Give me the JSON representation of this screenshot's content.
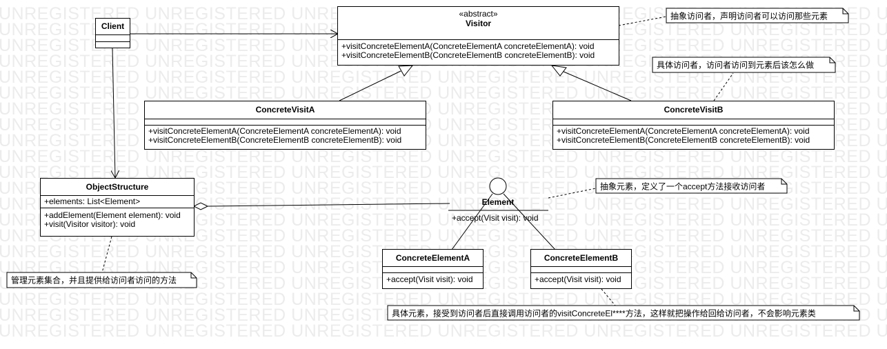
{
  "watermark": "UNREGISTERED",
  "classes": {
    "client": {
      "name": "Client"
    },
    "visitor": {
      "stereotype": "«abstract»",
      "name": "Visitor",
      "operations": [
        "+visitConcreteElementA(ConcreteElementA concreteElementA): void",
        "+visitConcreteElementB(ConcreteElementB concreteElementB): void"
      ]
    },
    "concrete_visit_a": {
      "name": "ConcreteVisitA",
      "operations": [
        "+visitConcreteElementA(ConcreteElementA concreteElementA): void",
        "+visitConcreteElementB(ConcreteElementB concreteElementB): void"
      ]
    },
    "concrete_visit_b": {
      "name": "ConcreteVisitB",
      "operations": [
        "+visitConcreteElementA(ConcreteElementA concreteElementA): void",
        "+visitConcreteElementB(ConcreteElementB concreteElementB): void"
      ]
    },
    "object_structure": {
      "name": "ObjectStructure",
      "attributes": [
        "+elements: List<Element>"
      ],
      "operations": [
        "+addElement(Element element): void",
        "+visit(Visitor visitor): void"
      ]
    },
    "element": {
      "name": "Element",
      "operations": [
        "+accept(Visit visit): void"
      ]
    },
    "concrete_element_a": {
      "name": "ConcreteElementA",
      "operations": [
        "+accept(Visit visit): void"
      ]
    },
    "concrete_element_b": {
      "name": "ConcreteElementB",
      "operations": [
        "+accept(Visit visit): void"
      ]
    }
  },
  "notes": {
    "visitor_note": "抽象访问者，声明访问者可以访问那些元素",
    "concrete_visitor_note": "具体访问者，访问者访问到元素后该怎么做",
    "element_note": "抽象元素，定义了一个accept方法接收访问者",
    "object_structure_note": "管理元素集合，并且提供给访问者访问的方法",
    "concrete_element_note": "具体元素，接受到访问者后直接调用访问者的visitConcreteEl****方法，这样就把操作给回给访问者，不会影响元素类"
  }
}
